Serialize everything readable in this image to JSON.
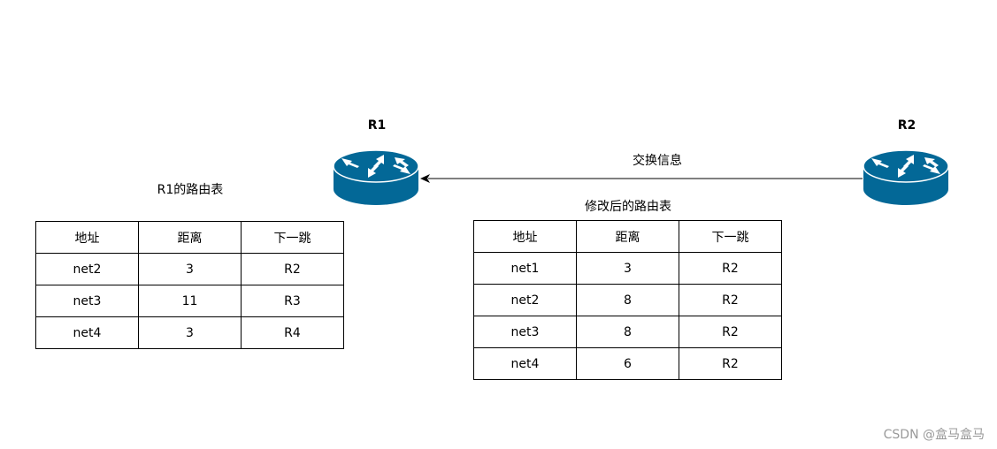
{
  "routers": {
    "r1": {
      "label": "R1",
      "color": "#036897"
    },
    "r2": {
      "label": "R2",
      "color": "#036897"
    }
  },
  "link": {
    "label": "交换信息"
  },
  "table_r1": {
    "caption": "R1的路由表",
    "headers": [
      "地址",
      "距离",
      "下一跳"
    ],
    "rows": [
      [
        "net2",
        "3",
        "R2"
      ],
      [
        "net3",
        "11",
        "R3"
      ],
      [
        "net4",
        "3",
        "R4"
      ]
    ]
  },
  "table_modified": {
    "caption": "修改后的路由表",
    "headers": [
      "地址",
      "距离",
      "下一跳"
    ],
    "rows": [
      [
        "net1",
        "3",
        "R2"
      ],
      [
        "net2",
        "8",
        "R2"
      ],
      [
        "net3",
        "8",
        "R2"
      ],
      [
        "net4",
        "6",
        "R2"
      ]
    ]
  },
  "watermark": "CSDN @盒马盒马"
}
